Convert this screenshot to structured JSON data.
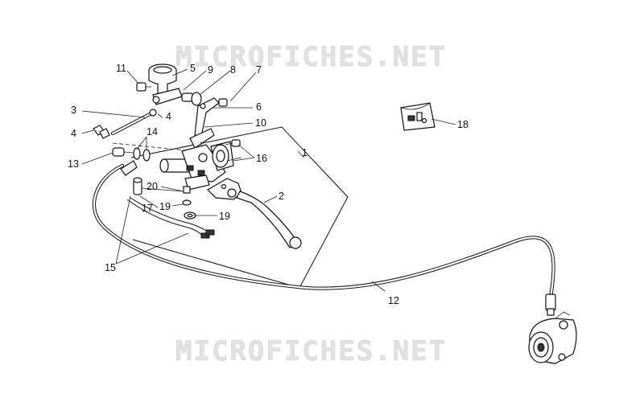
{
  "watermark": {
    "top": "MICROFICHES.NET",
    "bottom": "MICROFICHES.NET"
  },
  "callouts": [
    {
      "id": "1",
      "label": "1"
    },
    {
      "id": "2",
      "label": "2"
    },
    {
      "id": "3",
      "label": "3"
    },
    {
      "id": "4a",
      "label": "4"
    },
    {
      "id": "4b",
      "label": "4"
    },
    {
      "id": "5",
      "label": "5"
    },
    {
      "id": "6",
      "label": "6"
    },
    {
      "id": "7",
      "label": "7"
    },
    {
      "id": "8",
      "label": "8"
    },
    {
      "id": "9",
      "label": "9"
    },
    {
      "id": "10",
      "label": "10"
    },
    {
      "id": "11",
      "label": "11"
    },
    {
      "id": "12",
      "label": "12"
    },
    {
      "id": "13",
      "label": "13"
    },
    {
      "id": "14",
      "label": "14"
    },
    {
      "id": "15",
      "label": "15"
    },
    {
      "id": "16",
      "label": "16"
    },
    {
      "id": "17",
      "label": "17"
    },
    {
      "id": "18",
      "label": "18"
    },
    {
      "id": "19a",
      "label": "19"
    },
    {
      "id": "19b",
      "label": "19"
    },
    {
      "id": "20",
      "label": "20"
    }
  ]
}
